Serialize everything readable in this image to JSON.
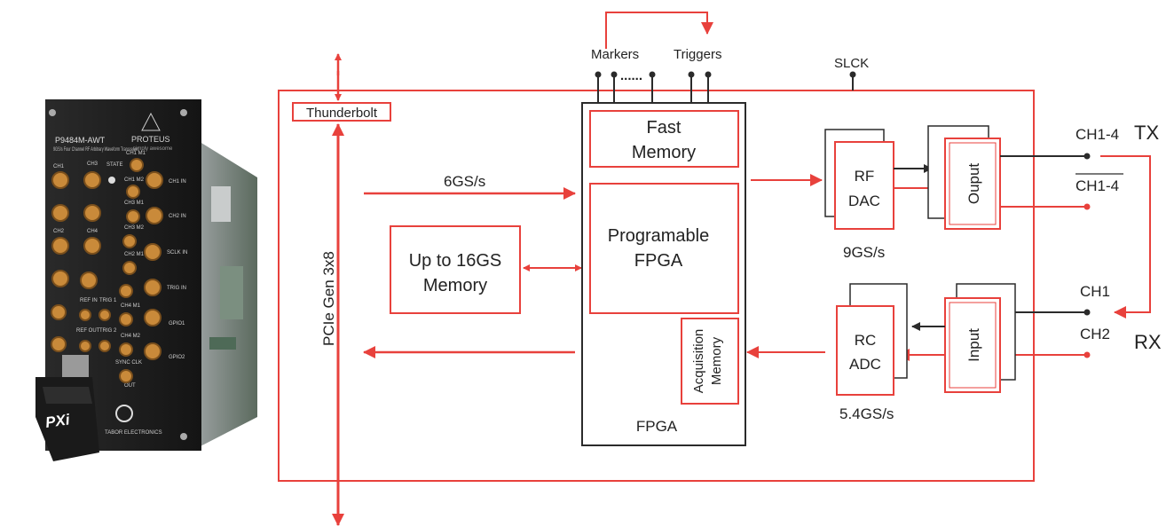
{
  "product": {
    "model": "P9484M-AWT",
    "description": "9GS/s Four Channel RF Arbitrary Waveform Transceiver",
    "series_logo": "PROTEUS",
    "series_tagline": "simply awesome",
    "chassis_logo": "PXi",
    "maker": "TABOR ELECTRONICS",
    "connector_labels": [
      "CH1",
      "CH3",
      "STATE",
      "CH1 M1",
      "CH1 IN",
      "CH1 M2",
      "CH3 M1",
      "CH2 IN",
      "CH2",
      "CH4",
      "CH3 M2",
      "SCLK IN",
      "CH2 M1",
      "TRIG IN",
      "REF IN",
      "TRIG 1",
      "CH4 M1",
      "GPIO1",
      "REF OUT",
      "TRIG 2",
      "CH4 M2",
      "GPIO2",
      "SYNC CLK",
      "OUT"
    ]
  },
  "diagram": {
    "markers": "Markers",
    "markers_dots": "......",
    "triggers": "Triggers",
    "slck": "SLCK",
    "thunderbolt": "Thunderbolt",
    "pcie": "PCIe Gen 3x8",
    "rate_in": "6GS/s",
    "memory_line1": "Up to 16GS",
    "memory_line2": "Memory",
    "fast_memory_line1": "Fast",
    "fast_memory_line2": "Memory",
    "programable_line1": "Programable",
    "programable_line2": "FPGA",
    "acq_line1": "Acquisition",
    "acq_line2": "Memory",
    "fpga": "FPGA",
    "rf_dac_line1": "RF",
    "rf_dac_line2": "DAC",
    "dac_rate": "9GS/s",
    "output": "Ouput",
    "rc_adc_line1": "RC",
    "rc_adc_line2": "ADC",
    "adc_rate": "5.4GS/s",
    "input": "Input",
    "ch1_4": "CH1-4",
    "ch1_4_bar": "CH1-4",
    "tx": "TX",
    "ch1": "CH1",
    "ch2": "CH2",
    "rx": "RX"
  },
  "colors": {
    "red": "#e8413c",
    "dark": "#2b2b2b",
    "panel": "#1e1e1e",
    "gold": "#c98a3a"
  }
}
